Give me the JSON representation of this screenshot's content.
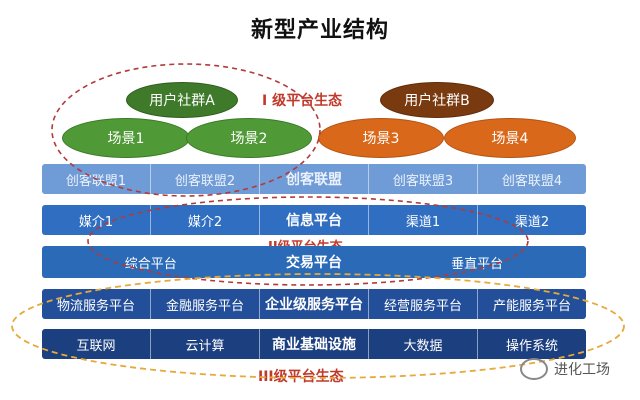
{
  "title": "新型产业结构",
  "top": {
    "community_a": "用户社群A",
    "community_b": "用户社群B",
    "scenes": [
      "场景1",
      "场景2",
      "场景3",
      "场景4"
    ],
    "level1_label": "I 级平台生态",
    "level2_label": "II级平台生态",
    "level3_label": "III级平台生态"
  },
  "rows": {
    "alliance": {
      "left": [
        "创客联盟1",
        "创客联盟2"
      ],
      "center": "创客联盟",
      "right": [
        "创客联盟3",
        "创客联盟4"
      ]
    },
    "info": {
      "left": [
        "媒介1",
        "媒介2"
      ],
      "center": "信息平台",
      "right": [
        "渠道1",
        "渠道2"
      ]
    },
    "trade": {
      "left": [
        "综合平台"
      ],
      "center": "交易平台",
      "right": [
        "垂直平台"
      ]
    },
    "enterprise": {
      "left": [
        "物流服务平台",
        "金融服务平台"
      ],
      "center": "企业级服务平台",
      "right": [
        "经营服务平台",
        "产能服务平台"
      ]
    },
    "infra": {
      "left": [
        "互联网",
        "云计算"
      ],
      "center": "商业基础设施",
      "right": [
        "大数据",
        "操作系统"
      ]
    }
  },
  "watermark": "进化工场",
  "colors": {
    "level_label": "#c0392b",
    "green": "#4f9a36",
    "orange": "#d9681b",
    "blue": "#2a6ab7",
    "dashed_yellow": "#e6a93a"
  }
}
